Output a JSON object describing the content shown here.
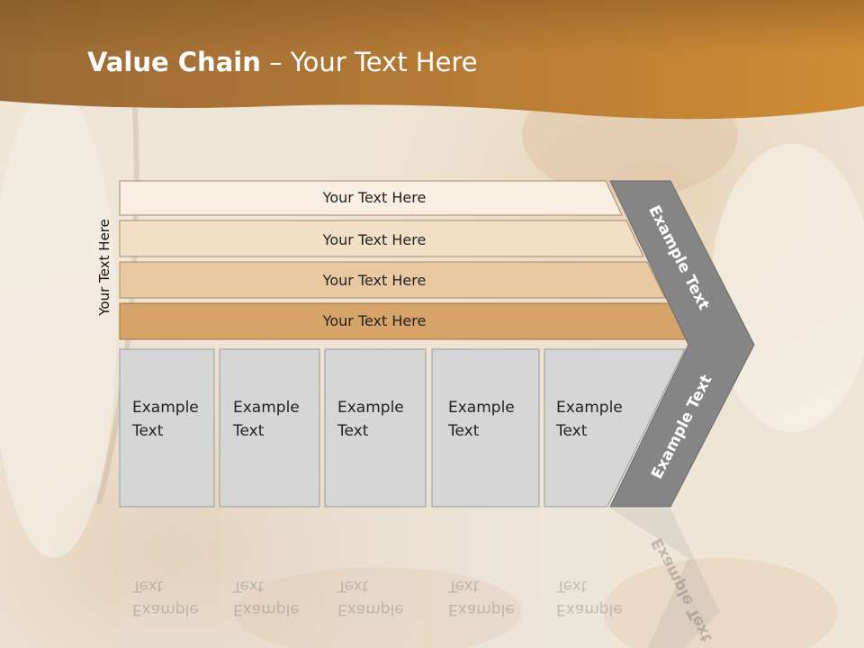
{
  "slide": {
    "title_bold": "Value Chain",
    "title_rest": " – Your Text Here",
    "vertical_label": "Your Text Here"
  },
  "bars": [
    {
      "label": "Your Text Here",
      "color": "#f8eee1"
    },
    {
      "label": "Your Text Here",
      "color": "#f1dfc6"
    },
    {
      "label": "Your Text Here",
      "color": "#e8c9a2"
    },
    {
      "label": "Your Text Here",
      "color": "#d6a468"
    }
  ],
  "boxes": [
    {
      "line1": "Example",
      "line2": "Text"
    },
    {
      "line1": "Example",
      "line2": "Text"
    },
    {
      "line1": "Example",
      "line2": "Text"
    },
    {
      "line1": "Example",
      "line2": "Text"
    },
    {
      "line1": "Example",
      "line2": "Text"
    }
  ],
  "chevron": {
    "upper_label": "Example Text",
    "lower_label": "Example Text",
    "color": "#858585"
  },
  "colors": {
    "header_band": "#c0802e",
    "box_fill": "#d6d6d6"
  }
}
